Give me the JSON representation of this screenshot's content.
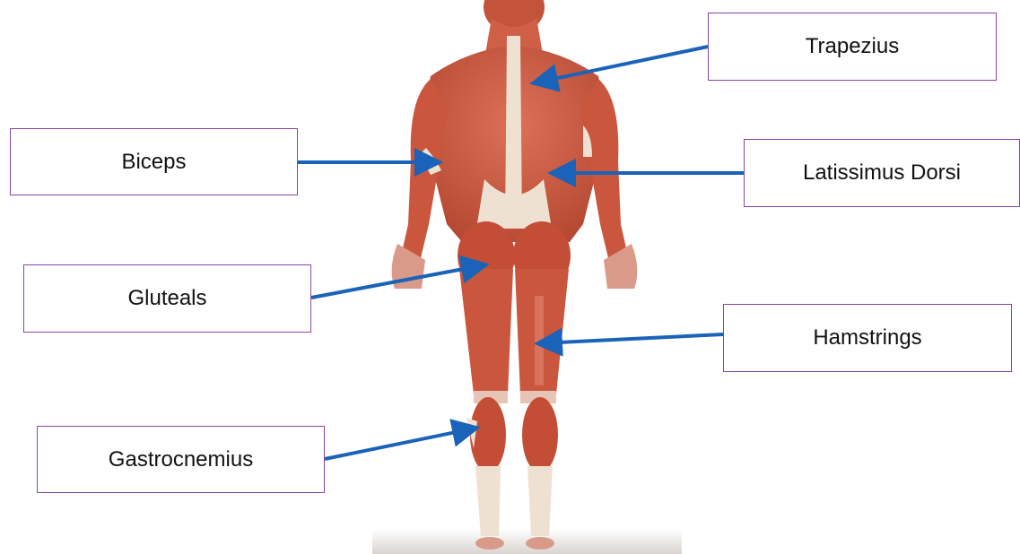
{
  "labels": {
    "trapezius": "Trapezius",
    "biceps": "Biceps",
    "latissimus": "Latissimus Dorsi",
    "gluteals": "Gluteals",
    "hamstrings": "Hamstrings",
    "gastrocnemius": "Gastrocnemius"
  },
  "colors": {
    "box_border": "#8a45a8",
    "arrow": "#1a63b8",
    "muscle": "#c9563d",
    "tendon": "#efe1d2"
  },
  "figure": {
    "subject": "human-body-back-view-muscles-icon"
  }
}
